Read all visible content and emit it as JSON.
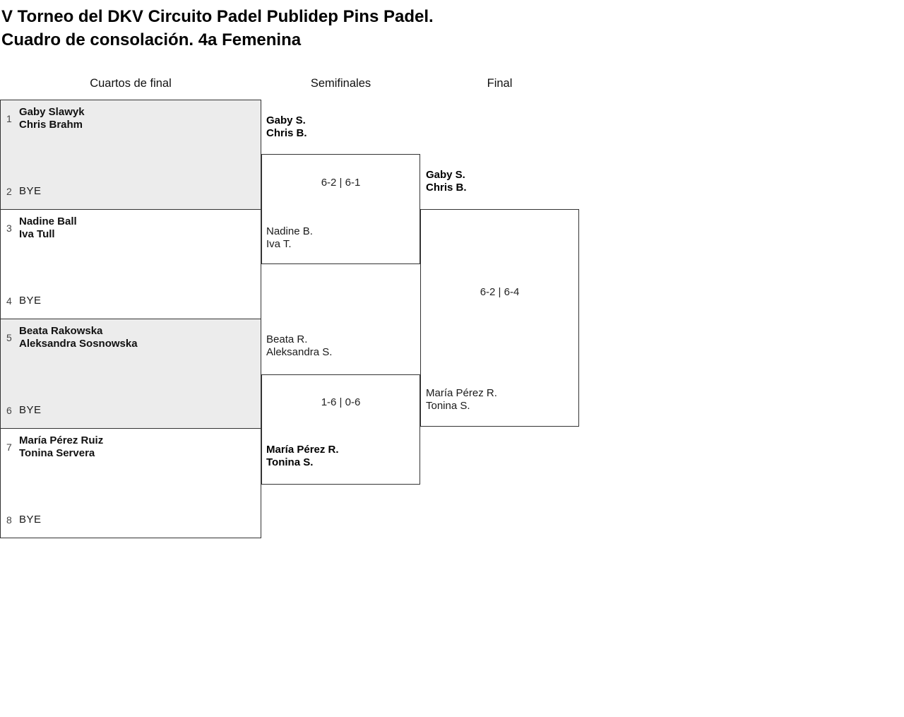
{
  "title": {
    "line1": "V Torneo del DKV Circuito Padel Publidep Pins Padel.",
    "line2": "Cuadro de consolación. 4a Femenina"
  },
  "columns": {
    "quarterfinals": "Cuartos de final",
    "semifinals": "Semifinales",
    "final": "Final"
  },
  "colors": {
    "shaded_block_bg": "#ececec",
    "border": "#333333",
    "background": "#ffffff",
    "text": "#111111"
  },
  "quarterfinals": [
    {
      "seed_top": "1",
      "top_line1": "Gaby Slawyk",
      "top_line2": "Chris Brahm",
      "seed_bottom": "2",
      "bottom": "BYE",
      "shaded": true
    },
    {
      "seed_top": "3",
      "top_line1": "Nadine Ball",
      "top_line2": "Iva Tull",
      "seed_bottom": "4",
      "bottom": "BYE",
      "shaded": false
    },
    {
      "seed_top": "5",
      "top_line1": "Beata Rakowska",
      "top_line2": "Aleksandra Sosnowska",
      "seed_bottom": "6",
      "bottom": "BYE",
      "shaded": true
    },
    {
      "seed_top": "7",
      "top_line1": "María Pérez Ruiz",
      "top_line2": "Tonina Servera",
      "seed_bottom": "8",
      "bottom": "BYE",
      "shaded": false
    }
  ],
  "semifinal_matches": [
    {
      "team1_line1": "Gaby S.",
      "team1_line2": "Chris B.",
      "team1_winner": true,
      "score": "6-2 | 6-1",
      "team2_line1": "Nadine B.",
      "team2_line2": "Iva T.",
      "team2_winner": false
    },
    {
      "team1_line1": "Beata R.",
      "team1_line2": "Aleksandra S.",
      "team1_winner": false,
      "score": "1-6 | 0-6",
      "team2_line1": "María Pérez R.",
      "team2_line2": "Tonina S.",
      "team2_winner": true
    }
  ],
  "final_match": {
    "team1_line1": "Gaby S.",
    "team1_line2": "Chris B.",
    "team1_winner": true,
    "score": "6-2 | 6-4",
    "team2_line1": "María Pérez R.",
    "team2_line2": "Tonina S.",
    "team2_winner": false
  }
}
